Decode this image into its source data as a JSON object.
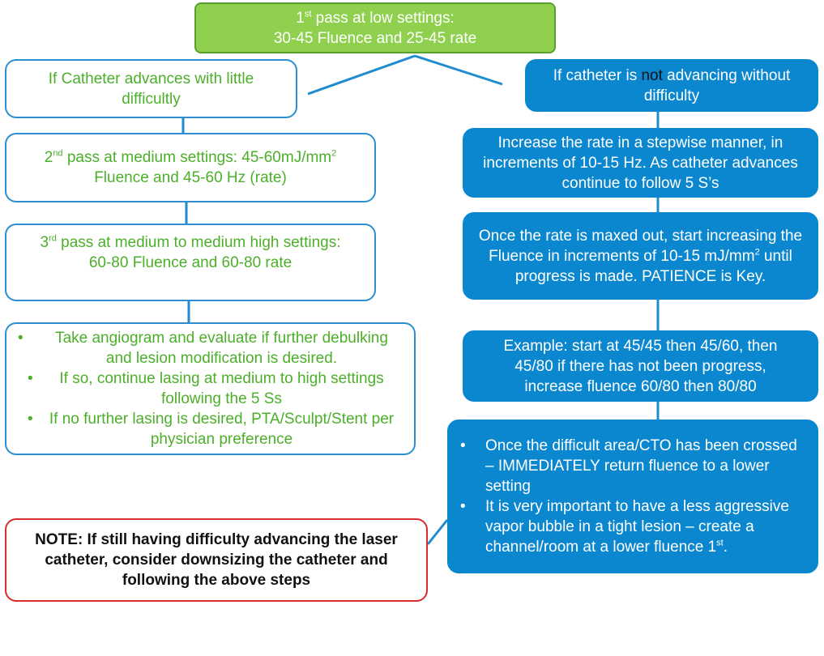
{
  "top_box": {
    "pre": "1",
    "sup": "st",
    "line1_rest": " pass at low settings:",
    "line2": "30-45 Fluence and 25-45 rate"
  },
  "left_branch": {
    "header": "If Catheter advances with little difficultly",
    "pass2": {
      "pre": "2",
      "sup": "nd",
      "line1_rest": " pass at medium settings: 45-60mJ/mm",
      "line1_sup": "2",
      "line2": "Fluence and 45-60 Hz (rate)"
    },
    "pass3": {
      "pre": "3",
      "sup": "rd",
      "line1_rest": " pass at medium to medium high settings:",
      "line2": "60-80 Fluence and 60-80 rate"
    },
    "bullets": [
      "Take angiogram and evaluate if further debulking and lesion modification is desired.",
      "If so, continue lasing at medium to high settings following the 5 Ss",
      "If no further lasing is desired, PTA/Sculpt/Stent per physician preference"
    ]
  },
  "right_branch": {
    "header_pre": "If catheter is ",
    "header_not": "not",
    "header_post": " advancing without difficulty",
    "step1": "Increase the rate in a stepwise manner, in increments of 10-15 Hz.  As catheter advances continue to follow 5 S’s",
    "step2": {
      "text": "Once the rate is maxed out, start increasing the Fluence in increments of 10-15 mJ/mm",
      "sup": "2",
      "text_after": " until progress is made.  PATIENCE is Key."
    },
    "step3": "Example: start at 45/45 then 45/60, then 45/80 if there has not been progress, increase fluence 60/80 then 80/80",
    "bullets": {
      "b1": "Once the difficult area/CTO has been crossed – IMMEDIATELY  return fluence to a lower setting",
      "b2_text": "It is very important to have a less aggressive vapor bubble in a tight lesion – create a channel/room at a lower fluence 1",
      "b2_sup": "st",
      "b2_tail": "."
    }
  },
  "note": "NOTE: If still having difficulty advancing the laser catheter, consider downsizing the catheter and following the above steps",
  "bullet_char": "•",
  "colors": {
    "green_fill": "#8fd14f",
    "green_text": "#4caf2a",
    "blue_fill": "#0b87cf",
    "outline_blue": "#2b8fd0",
    "note_red": "#d92b2b"
  }
}
